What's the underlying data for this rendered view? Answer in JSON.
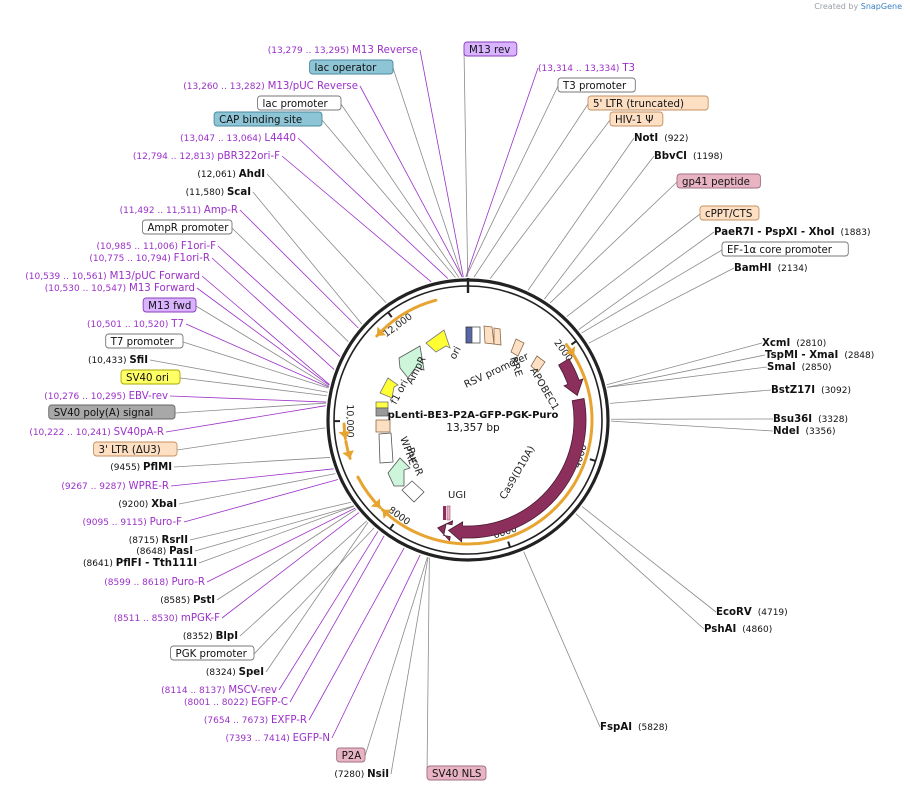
{
  "plasmid": {
    "name": "pLenti-BE3-P2A-GFP-PGK-Puro",
    "length_label": "13,357 bp",
    "length_bp": 13357
  },
  "credit": {
    "prefix": "Created by",
    "brand": "SnapGene"
  },
  "colors": {
    "purple": "#9b30c8",
    "cds": "#8d2f5d",
    "orange": "#e8a430",
    "orange_fill": "#fde0c4",
    "grey_line": "#8a8a8a"
  },
  "tick_labels": [
    "2000",
    "4000",
    "6000",
    "8000",
    "10,000",
    "12,000"
  ],
  "right_labels": [
    {
      "text": "M13 rev",
      "style": "box",
      "fill": "#d9b3ff",
      "stroke": "#8a3fb8",
      "bp": 13353
    },
    {
      "text": "T3",
      "range": "(13,314 .. 13,334)",
      "style": "primer",
      "bp": 13324
    },
    {
      "text": "T3 promoter",
      "style": "box",
      "fill": "#ffffff",
      "stroke": "#777777",
      "bp": 13328
    },
    {
      "text": "5' LTR (truncated)",
      "style": "box",
      "fill": "#fde0c4",
      "stroke": "#c69060",
      "bp": 90
    },
    {
      "text": "HIV-1 Ψ",
      "style": "box",
      "fill": "#fde0c4",
      "stroke": "#c69060",
      "bp": 330
    },
    {
      "text": "NotI",
      "pos": "(922)",
      "style": "site",
      "bp": 922
    },
    {
      "text": "BbvCI",
      "pos": "(1198)",
      "style": "site",
      "bp": 1198
    },
    {
      "text": "gp41 peptide",
      "style": "box",
      "fill": "#e8b4c4",
      "stroke": "#a07080",
      "bp": 1300
    },
    {
      "text": "cPPT/CTS",
      "style": "box",
      "fill": "#fde0c4",
      "stroke": "#c69060",
      "bp": 1620
    },
    {
      "text": "PaeR7I - PspXI - XhoI",
      "pos": "(1883)",
      "style": "site",
      "bp": 1883
    },
    {
      "text": "EF-1α core promoter",
      "style": "box",
      "fill": "#ffffff",
      "stroke": "#777777",
      "bp": 1950
    },
    {
      "text": "BamHI",
      "pos": "(2134)",
      "style": "site",
      "bp": 2134
    },
    {
      "text": "XcmI",
      "pos": "(2810)",
      "style": "site",
      "bp": 2810
    },
    {
      "text": "TspMI - XmaI",
      "pos": "(2848)",
      "style": "site",
      "bp": 2848
    },
    {
      "text": "SmaI",
      "pos": "(2850)",
      "style": "site",
      "bp": 2850
    },
    {
      "text": "BstZ17I",
      "pos": "(3092)",
      "style": "site",
      "bp": 3092
    },
    {
      "text": "Bsu36I",
      "pos": "(3328)",
      "style": "site",
      "bp": 3328
    },
    {
      "text": "NdeI",
      "pos": "(3356)",
      "style": "site",
      "bp": 3356
    },
    {
      "text": "EcoRV",
      "pos": "(4719)",
      "style": "site",
      "bp": 4719
    },
    {
      "text": "PshAI",
      "pos": "(4860)",
      "style": "site",
      "bp": 4860
    },
    {
      "text": "FspAI",
      "pos": "(5828)",
      "style": "site",
      "bp": 5828
    }
  ],
  "left_labels": [
    {
      "text": "M13 Reverse",
      "range": "(13,279 .. 13,295)",
      "style": "primer",
      "bp": 13287
    },
    {
      "text": "lac operator",
      "style": "box",
      "fill": "#8ec5d6",
      "stroke": "#4a8aa0",
      "bp": 13270
    },
    {
      "text": "M13/pUC Reverse",
      "range": "(13,260 .. 13,282)",
      "style": "primer",
      "bp": 13271
    },
    {
      "text": "lac promoter",
      "style": "box",
      "fill": "#ffffff",
      "stroke": "#777777",
      "bp": 13220
    },
    {
      "text": "CAP binding site",
      "style": "box",
      "fill": "#8ec5d6",
      "stroke": "#4a8aa0",
      "bp": 13170
    },
    {
      "text": "L4440",
      "range": "(13,047 .. 13,064)",
      "style": "primer",
      "bp": 13055
    },
    {
      "text": "pBR322ori-F",
      "range": "(12,794 .. 12,813)",
      "style": "primer",
      "bp": 12803
    },
    {
      "text": "AhdI",
      "pos": "(12,061)",
      "style": "site",
      "bp": 12061
    },
    {
      "text": "ScaI",
      "pos": "(11,580)",
      "style": "site",
      "bp": 11580
    },
    {
      "text": "Amp-R",
      "range": "(11,492 .. 11,511)",
      "style": "primer",
      "bp": 11501
    },
    {
      "text": "AmpR promoter",
      "style": "box",
      "fill": "#ffffff",
      "stroke": "#777777",
      "bp": 11250
    },
    {
      "text": "F1ori-F",
      "range": "(10,985 .. 11,006)",
      "style": "primer",
      "bp": 10995
    },
    {
      "text": "F1ori-R",
      "range": "(10,775 .. 10,794)",
      "style": "primer",
      "bp": 10784
    },
    {
      "text": "M13/pUC Forward",
      "range": "(10,539 .. 10,561)",
      "style": "primer",
      "bp": 10550
    },
    {
      "text": "M13 Forward",
      "range": "(10,530 .. 10,547)",
      "style": "primer",
      "bp": 10538
    },
    {
      "text": "M13 fwd",
      "style": "box",
      "fill": "#d9b3ff",
      "stroke": "#8a3fb8",
      "bp": 10520
    },
    {
      "text": "T7",
      "range": "(10,501 .. 10,520)",
      "style": "primer",
      "bp": 10510
    },
    {
      "text": "T7 promoter",
      "style": "box",
      "fill": "#ffffff",
      "stroke": "#777777",
      "bp": 10495
    },
    {
      "text": "SfiI",
      "pos": "(10,433)",
      "style": "site",
      "bp": 10433
    },
    {
      "text": "SV40 ori",
      "style": "box",
      "fill": "#ffff66",
      "stroke": "#aaaa00",
      "bp": 10380
    },
    {
      "text": "EBV-rev",
      "range": "(10,276 .. 10,295)",
      "style": "primer",
      "bp": 10285
    },
    {
      "text": "SV40 poly(A) signal",
      "style": "box",
      "fill": "#a8a8a8",
      "stroke": "#666666",
      "bp": 10270
    },
    {
      "text": "SV40pA-R",
      "range": "(10,222 .. 10,241)",
      "style": "primer",
      "bp": 10231
    },
    {
      "text": "3' LTR (ΔU3)",
      "style": "box",
      "fill": "#fde0c4",
      "stroke": "#c69060",
      "bp": 9900
    },
    {
      "text": "PflMI",
      "pos": "(9455)",
      "style": "site",
      "bp": 9455
    },
    {
      "text": "WPRE-R",
      "range": "(9267 .. 9287)",
      "style": "primer",
      "bp": 9277
    },
    {
      "text": "XbaI",
      "pos": "(9200)",
      "style": "site",
      "bp": 9200
    },
    {
      "text": "Puro-F",
      "range": "(9095 .. 9115)",
      "style": "primer",
      "bp": 9105
    },
    {
      "text": "RsrII",
      "pos": "(8715)",
      "style": "site",
      "bp": 8715
    },
    {
      "text": "PasI",
      "pos": "(8648)",
      "style": "site",
      "bp": 8648
    },
    {
      "text": "PflFI - Tth111I",
      "pos": "(8641)",
      "style": "site",
      "bp": 8641
    },
    {
      "text": "Puro-R",
      "range": "(8599 .. 8618)",
      "style": "primer",
      "bp": 8608
    },
    {
      "text": "PstI",
      "pos": "(8585)",
      "style": "site",
      "bp": 8585
    },
    {
      "text": "mPGK-F",
      "range": "(8511 .. 8530)",
      "style": "primer",
      "bp": 8520
    },
    {
      "text": "BlpI",
      "pos": "(8352)",
      "style": "site",
      "bp": 8352
    },
    {
      "text": "PGK promoter",
      "style": "box",
      "fill": "#ffffff",
      "stroke": "#777777",
      "bp": 8200
    },
    {
      "text": "SpeI",
      "pos": "(8324)",
      "style": "site",
      "bp": 8324
    },
    {
      "text": "MSCV-rev",
      "range": "(8114 .. 8137)",
      "style": "primer",
      "bp": 8125
    },
    {
      "text": "EGFP-C",
      "range": "(8001 .. 8022)",
      "style": "primer",
      "bp": 8011
    },
    {
      "text": "EXFP-R",
      "range": "(7654 .. 7673)",
      "style": "primer",
      "bp": 7663
    },
    {
      "text": "EGFP-N",
      "range": "(7393 .. 7414)",
      "style": "primer",
      "bp": 7403
    },
    {
      "text": "P2A",
      "style": "box",
      "fill": "#e8b4c4",
      "stroke": "#a07080",
      "bp": 7290
    },
    {
      "text": "NsiI",
      "pos": "(7280)",
      "style": "site",
      "bp": 7280
    },
    {
      "text": "SV40 NLS",
      "style": "box",
      "fill": "#e8b4c4",
      "stroke": "#a07080",
      "bp": 7260
    }
  ],
  "features": [
    {
      "name": "APOBEC1",
      "type": "cds",
      "start": 2180,
      "end": 2870,
      "dir": 1
    },
    {
      "name": "Cas9(D10A)",
      "type": "cds",
      "start": 2950,
      "end": 7050,
      "dir": 1
    },
    {
      "name": "UGI",
      "type": "cds",
      "start": 7120,
      "end": 7260,
      "dir": 1
    },
    {
      "name": "orange-arc-1",
      "type": "orange",
      "start": 1950,
      "end": 2180,
      "dir": 1
    },
    {
      "name": "orange-arc-2",
      "type": "orange",
      "start": 2200,
      "end": 8300,
      "dir": 1
    },
    {
      "name": "orange-arc-3",
      "type": "orange",
      "start": 8350,
      "end": 9000,
      "dir": -1
    },
    {
      "name": "orange-arc-4",
      "type": "orange",
      "start": 9350,
      "end": 9650,
      "dir": -1
    },
    {
      "name": "orange-arc-5",
      "type": "orange",
      "start": 9700,
      "end": 9950,
      "dir": -1
    },
    {
      "name": "orange-arc-6",
      "type": "orange",
      "start": 11600,
      "end": 12800,
      "dir": -1
    }
  ],
  "inner_labels": [
    "RSV promoter",
    "RRE",
    "AmpR",
    "ori",
    "f1 ori",
    "WPRE",
    "PuroR",
    "UGI",
    "APOBEC1",
    "Cas9(D10A)"
  ]
}
